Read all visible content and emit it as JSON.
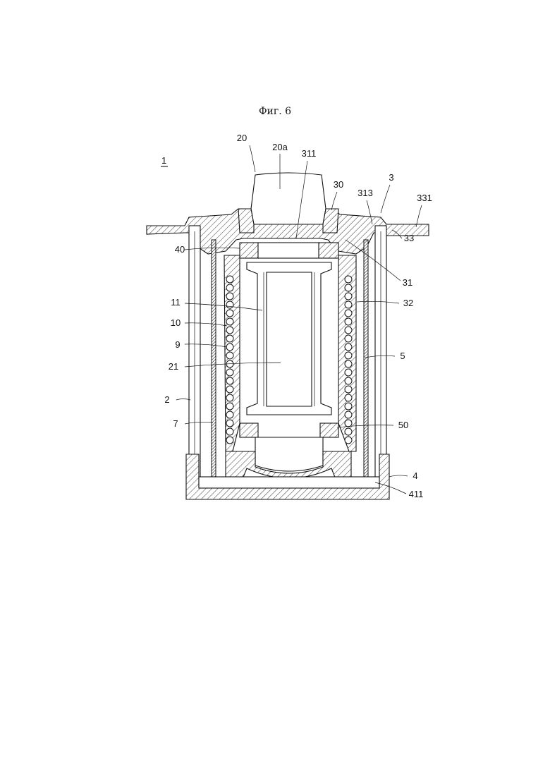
{
  "figure": {
    "caption": "Фиг. 6",
    "assembly_label": "1"
  },
  "labels": [
    "20",
    "20a",
    "311",
    "3",
    "30",
    "313",
    "331",
    "40",
    "33",
    "31",
    "11",
    "32",
    "10",
    "9",
    "21",
    "5",
    "2",
    "7",
    "50",
    "4",
    "411"
  ]
}
